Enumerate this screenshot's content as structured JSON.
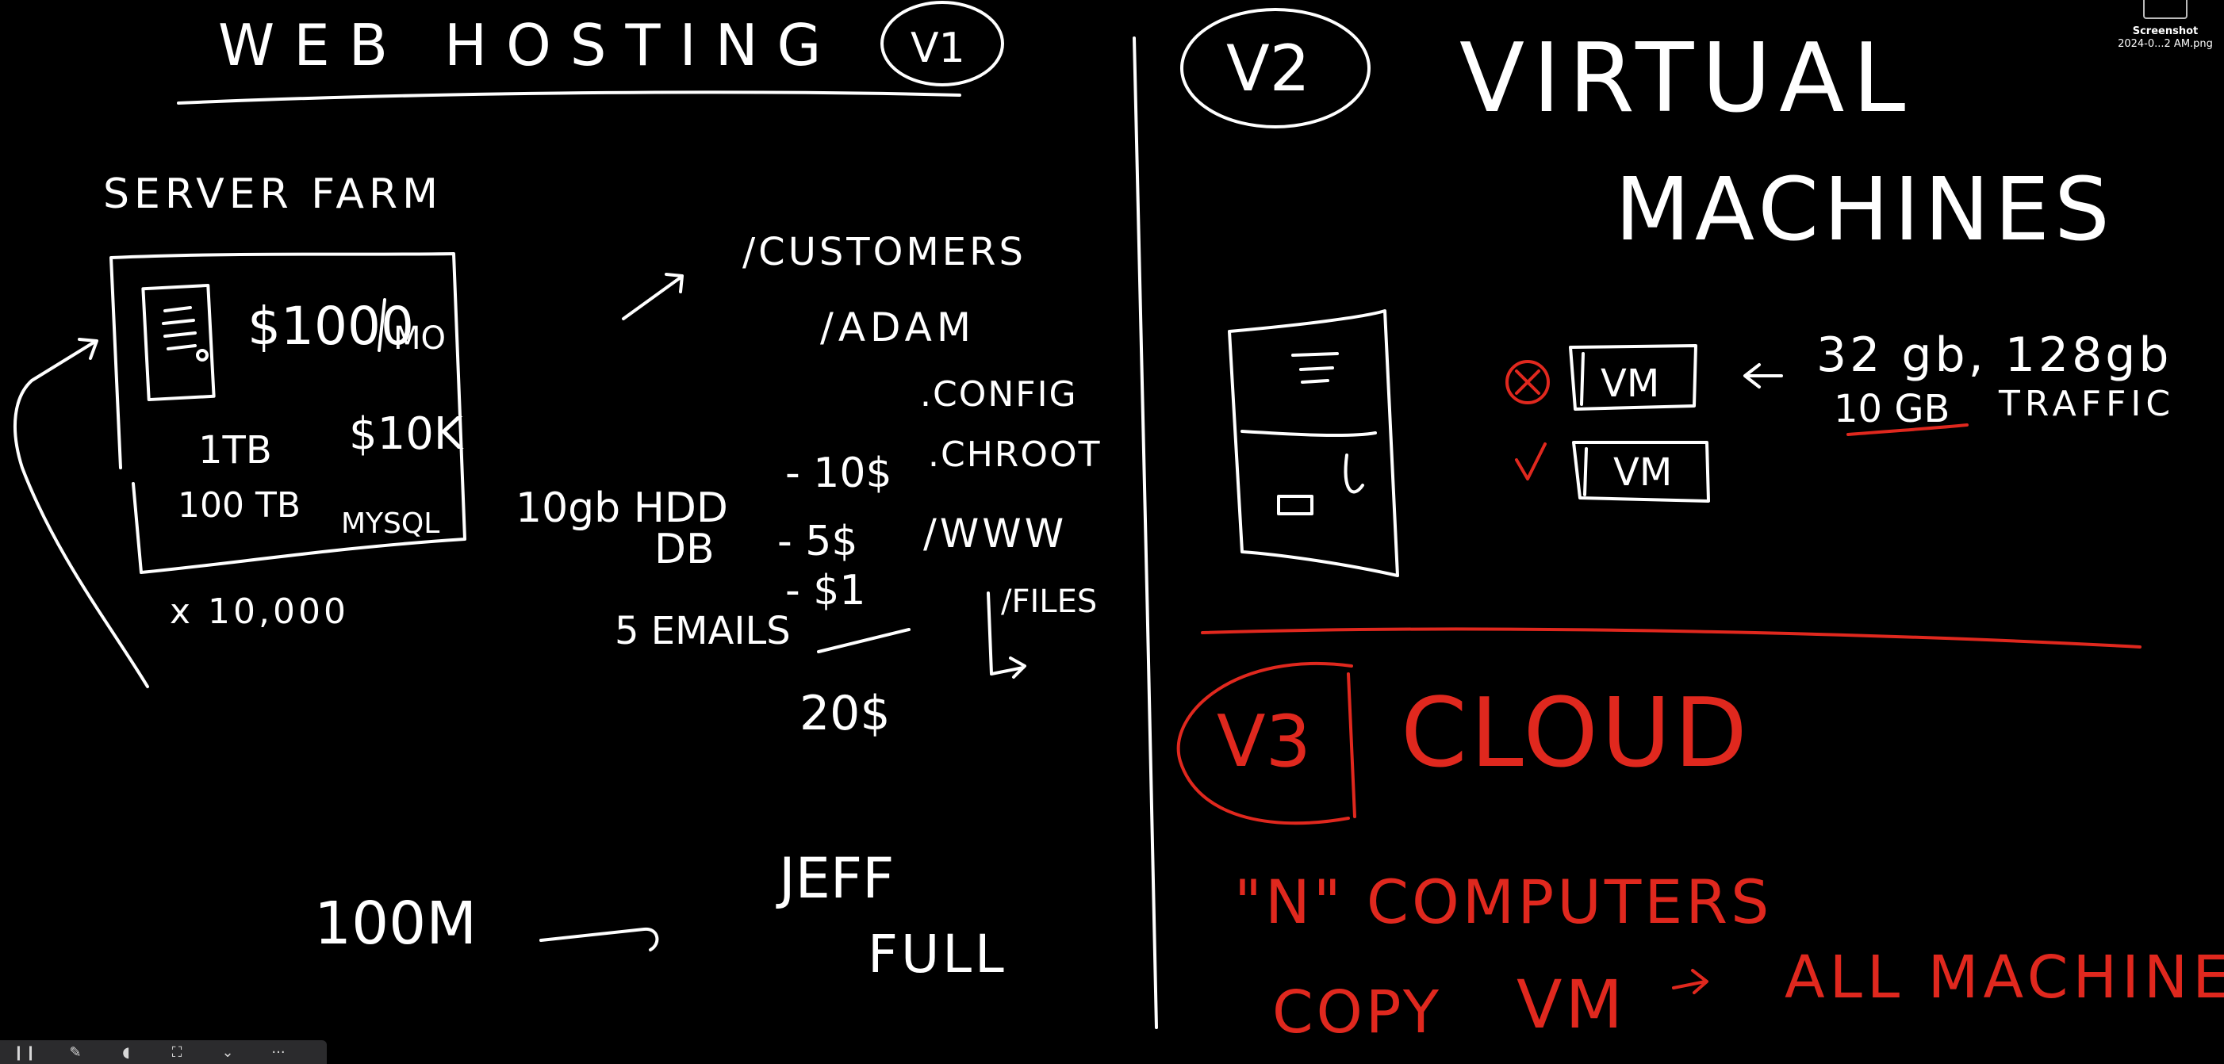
{
  "board": {
    "v1": {
      "title": "WEB HOSTING",
      "badge": "V1",
      "server_farm_label": "SERVER FARM",
      "price": "$1000",
      "per": "MO",
      "storage_1": "1TB",
      "storage_2": "100 TB",
      "cost_10k": "$10K",
      "mysql": "MYSQL",
      "multiplier": "x 10,000",
      "plan_hdd": "10gb HDD",
      "plan_hdd_price": "- 10$",
      "plan_db": "DB",
      "plan_db_price": "- 5$",
      "plan_emails": "5 EMAILS",
      "plan_emails_price": "- $1",
      "plan_total": "20$",
      "path_customers": "/CUSTOMERS",
      "path_adam": "/ADAM",
      "config": ".CONFIG",
      "chroot": ".CHROOT",
      "www": "/WWW",
      "files": "/FILES",
      "users": "100M",
      "jeff": "JEFF",
      "full": "FULL"
    },
    "v2": {
      "badge": "V2",
      "title_1": "VIRTUAL",
      "title_2": "MACHINES",
      "vm_1": "VM",
      "vm_2": "VM",
      "specs": "32 gb, 128gb",
      "traffic_amount": "10 GB",
      "traffic_word": "TRAFFIC"
    },
    "v3": {
      "badge": "V3",
      "title": "CLOUD",
      "line_1": "\"N\" COMPUTERS",
      "copy": "COPY",
      "vm": "VM",
      "all_machines": "ALL MACHINES"
    }
  },
  "desktop_file": {
    "name": "Screenshot",
    "subtitle": "2024-0...2 AM.png"
  },
  "toolbar": {
    "tools": [
      "pause-icon",
      "pen-icon",
      "mouse-icon",
      "screenshot-icon",
      "chevron-down-icon",
      "more-icon"
    ],
    "glyphs": [
      "❙❙",
      "✎",
      "◖",
      "⛶",
      "⌄",
      "···"
    ]
  },
  "colors": {
    "background": "#000000",
    "ink_white": "#ffffff",
    "ink_red": "#e0281e"
  }
}
